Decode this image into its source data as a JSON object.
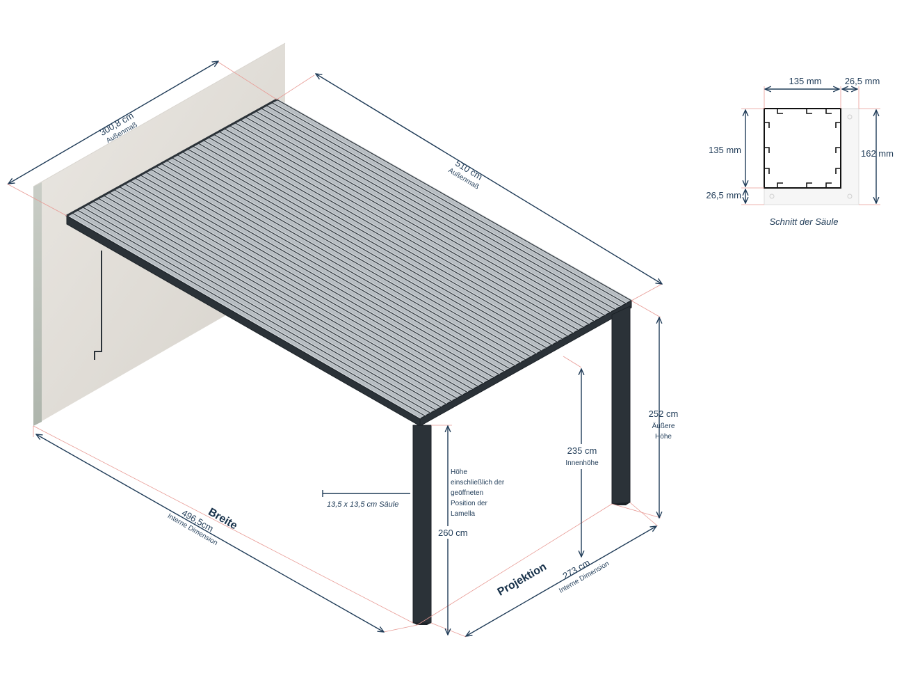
{
  "dimensions": {
    "width_outer": {
      "value": "300,8 cm",
      "sub": "Außenmaß"
    },
    "depth_outer": {
      "value": "510 cm",
      "sub": "Außenmaß"
    },
    "breite": {
      "title": "Breite",
      "value": "496,5cm",
      "sub": "Interne Dimension"
    },
    "projektion": {
      "title": "Projektion",
      "value": "273 cm",
      "sub": "Interne Dimension"
    },
    "outer_height": {
      "value": "252 cm",
      "sub1": "Äußere",
      "sub2": "Höhe"
    },
    "inner_height": {
      "value": "235 cm",
      "sub": "Innenhöhe"
    },
    "total_height": {
      "value": "260 cm",
      "lines": [
        "Höhe",
        "einschließlich der",
        "geöffneten",
        "Position der",
        "Lamella"
      ]
    },
    "post_size": "13,5 x 13,5 cm Säule"
  },
  "section": {
    "top_a": "135 mm",
    "top_b": "26,5 mm",
    "left_a": "135 mm",
    "left_b": "26,5 mm",
    "right": "162 mm",
    "caption": "Schnitt der Säule"
  },
  "colors": {
    "dimension_line": "#1f3b57",
    "extension_line": "#e89a94",
    "frame": "#2b3238",
    "wall": "#e3e0db"
  }
}
